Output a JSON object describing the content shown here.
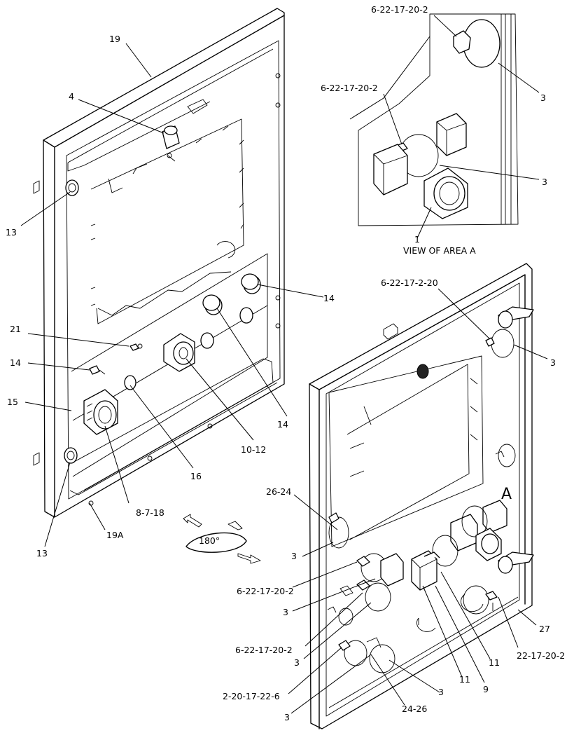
{
  "view_title": "VIEW OF AREA  A",
  "area_marker": "A",
  "rotation_label": "180°",
  "callouts": {
    "c19": "19",
    "c4": "4",
    "c13a": "13",
    "c21": "21",
    "c14a": "14",
    "c15": "15",
    "c14b": "14",
    "c14c": "14",
    "c10_12": "10-12",
    "c16": "16",
    "c13b": "13",
    "c8_7_18": "8-7-18",
    "c19A": "19A",
    "v_top": "6-22-17-20-2",
    "v_mid": "6-22-17-20-2",
    "v_3a": "3",
    "v_3b": "3",
    "v_1": "1",
    "r_6_22_17_2_20": "6-22-17-2-20",
    "r_3a": "3",
    "r_26_24": "26-24",
    "r_3b": "3",
    "r_6_22_a": "6-22-17-20-2",
    "r_3c": "3",
    "r_6_22_b": "6-22-17-20-2",
    "r_3d": "3",
    "r_2_20": "2-20-17-22-6",
    "r_3e": "3",
    "r_24_26": "24-26",
    "r_3f": "3",
    "r_11a": "11",
    "r_11b": "11",
    "r_9": "9",
    "r_27": "27",
    "r_22_17": "22-17-20-2"
  }
}
